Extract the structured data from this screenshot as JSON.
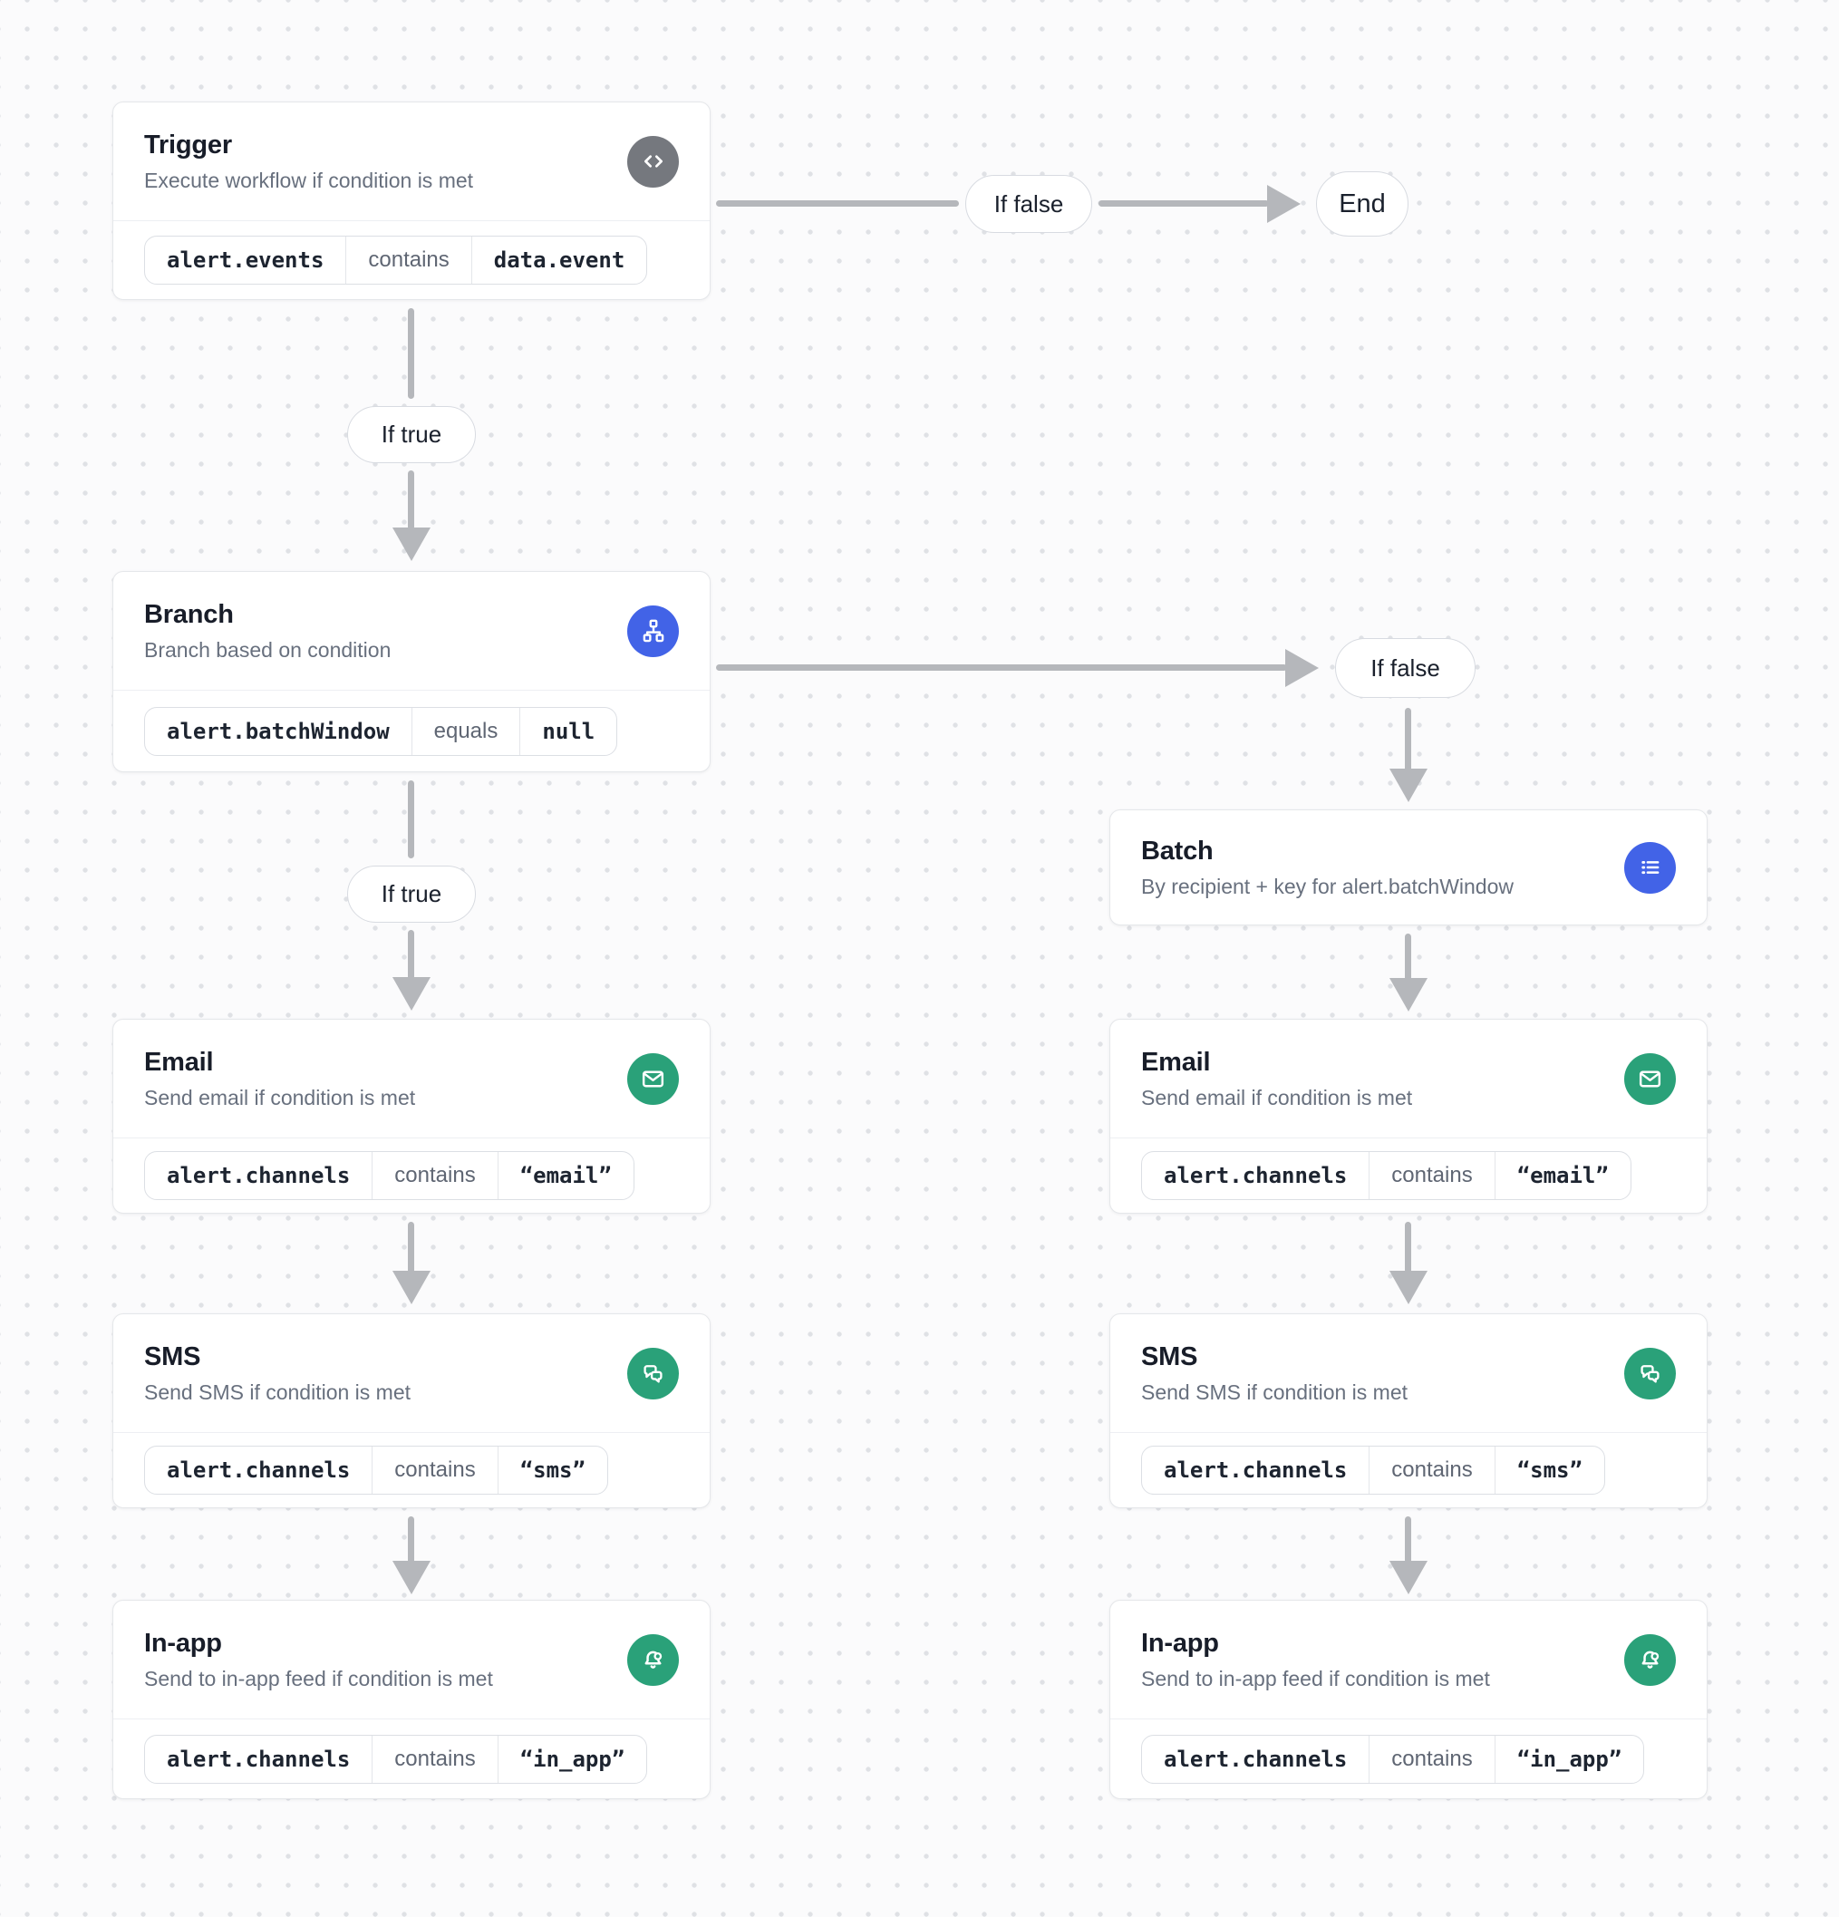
{
  "pills": {
    "if_true": "If true",
    "if_false": "If false",
    "end": "End"
  },
  "node_types": {
    "trigger": {
      "title": "Trigger",
      "subtitle": "Execute workflow if condition is met",
      "icon": "code-icon",
      "condition": [
        "alert.events",
        "contains",
        "data.event"
      ]
    },
    "branch": {
      "title": "Branch",
      "subtitle": "Branch based on condition",
      "icon": "sitemap-icon",
      "condition": [
        "alert.batchWindow",
        "equals",
        "null"
      ]
    },
    "batch": {
      "title": "Batch",
      "subtitle": "By recipient + key for alert.batchWindow",
      "icon": "list-icon"
    },
    "email": {
      "title": "Email",
      "subtitle": "Send email if condition is met",
      "icon": "envelope-icon",
      "condition": [
        "alert.channels",
        "contains",
        "“email”"
      ]
    },
    "sms": {
      "title": "SMS",
      "subtitle": "Send SMS if condition is met",
      "icon": "chat-bubbles-icon",
      "condition": [
        "alert.channels",
        "contains",
        "“sms”"
      ]
    },
    "in_app": {
      "title": "In-app",
      "subtitle": "Send to in-app feed if condition is met",
      "icon": "bell-badge-icon",
      "condition": [
        "alert.channels",
        "contains",
        "“in_app”"
      ]
    }
  },
  "colors": {
    "node_gray": "#75787e",
    "node_blue": "#4263e7",
    "node_green": "#2aa179",
    "arrow": "#b5b7bb",
    "canvas_bg": "#fbfbfc",
    "grid_dot": "#dfe1e5"
  }
}
